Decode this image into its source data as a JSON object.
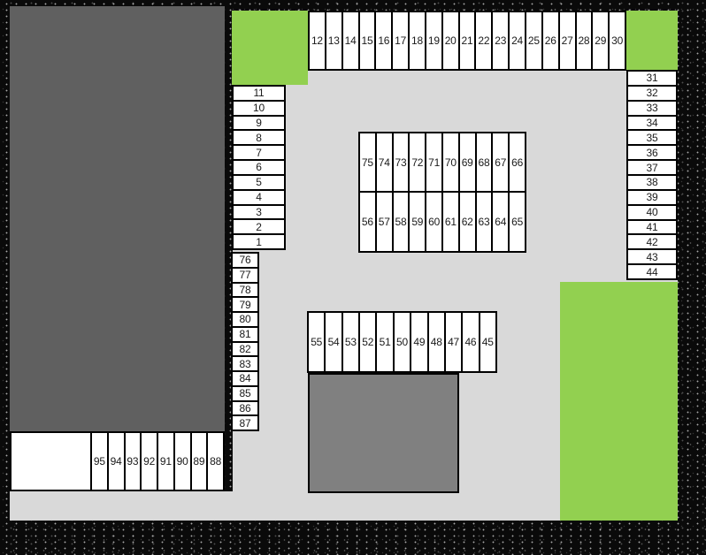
{
  "diagram": {
    "kind": "parking-lot-plan",
    "total_stalls": 95
  },
  "colors": {
    "frame": "#0a0a0a",
    "lot_surface": "#d9d9d9",
    "lawn_green": "#92d050",
    "building_dark": "#606060",
    "building_mid": "#808080",
    "stall_fill": "#ffffff",
    "stall_line": "#000000",
    "stall_text": "#1a1a1a"
  },
  "stall_groups": {
    "top_row": {
      "orientation": "h",
      "numbers": [
        "12",
        "13",
        "14",
        "15",
        "16",
        "17",
        "18",
        "19",
        "20",
        "21",
        "22",
        "23",
        "24",
        "25",
        "26",
        "27",
        "28",
        "29",
        "30"
      ]
    },
    "right_col": {
      "orientation": "v",
      "numbers": [
        "31",
        "32",
        "33",
        "34",
        "35",
        "36",
        "37",
        "38",
        "39",
        "40",
        "41",
        "42",
        "43",
        "44"
      ]
    },
    "left_col_upper": {
      "orientation": "v",
      "numbers": [
        "11",
        "10",
        "9",
        "8",
        "7",
        "6",
        "5",
        "4",
        "3",
        "2",
        "1"
      ]
    },
    "left_col_lower": {
      "orientation": "v",
      "numbers": [
        "76",
        "77",
        "78",
        "79",
        "80",
        "81",
        "82",
        "83",
        "84",
        "85",
        "86",
        "87"
      ]
    },
    "mid_upper": {
      "orientation": "h",
      "numbers": [
        "75",
        "74",
        "73",
        "72",
        "71",
        "70",
        "69",
        "68",
        "67",
        "66"
      ]
    },
    "mid_lower": {
      "orientation": "h",
      "numbers": [
        "56",
        "57",
        "58",
        "59",
        "60",
        "61",
        "62",
        "63",
        "64",
        "65"
      ]
    },
    "low_row": {
      "orientation": "h",
      "numbers": [
        "55",
        "54",
        "53",
        "52",
        "51",
        "50",
        "49",
        "48",
        "47",
        "46",
        "45"
      ]
    },
    "bottom_row": {
      "orientation": "h",
      "numbers": [
        "95",
        "94",
        "93",
        "92",
        "91",
        "90",
        "89",
        "88"
      ]
    }
  }
}
